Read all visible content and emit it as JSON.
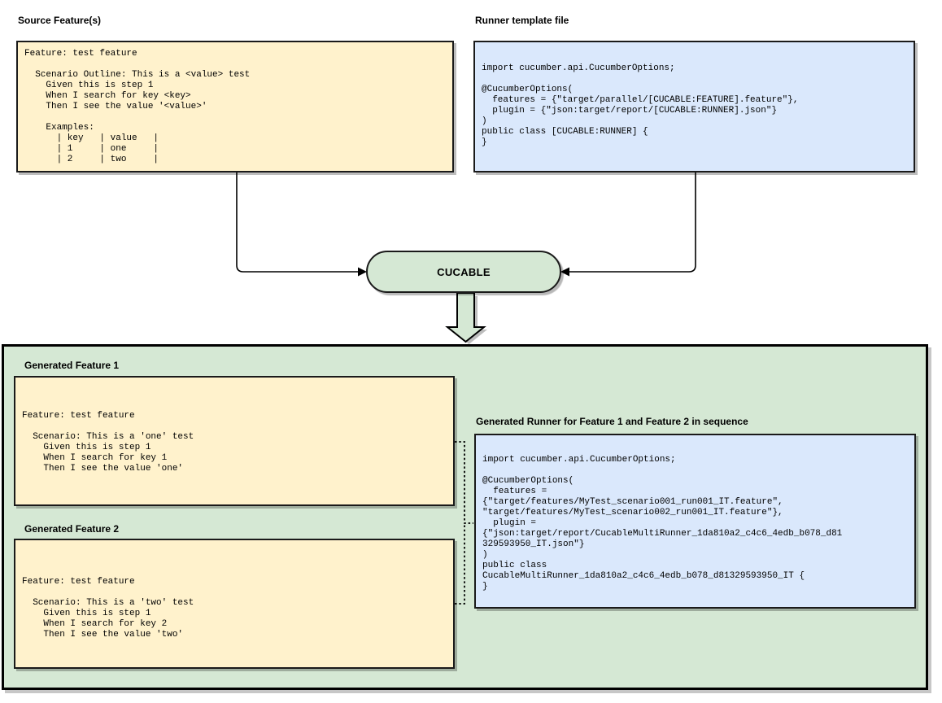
{
  "colors": {
    "feature_box_fill": "#FFF2CC",
    "runner_box_fill": "#DAE8FC",
    "green_fill": "#D5E8D4",
    "border": "#000000"
  },
  "source_feature": {
    "label": "Source Feature(s)",
    "code": "Feature: test feature\n\n  Scenario Outline: This is a <value> test\n    Given this is step 1\n    When I search for key <key>\n    Then I see the value '<value>'\n\n    Examples:\n      | key   | value   |\n      | 1     | one     |\n      | 2     | two     |"
  },
  "runner_template": {
    "label": "Runner template file",
    "code": "import cucumber.api.CucumberOptions;\n\n@CucumberOptions(\n  features = {\"target/parallel/[CUCABLE:FEATURE].feature\"},\n  plugin = {\"json:target/report/[CUCABLE:RUNNER].json\"}\n)\npublic class [CUCABLE:RUNNER] {\n}"
  },
  "cucable_node": {
    "label": "CUCABLE"
  },
  "generated": {
    "feature1": {
      "label": "Generated Feature 1",
      "code": "Feature: test feature\n\n  Scenario: This is a 'one' test\n    Given this is step 1\n    When I search for key 1\n    Then I see the value 'one'"
    },
    "feature2": {
      "label": "Generated Feature 2",
      "code": "Feature: test feature\n\n  Scenario: This is a 'two' test\n    Given this is step 1\n    When I search for key 2\n    Then I see the value 'two'"
    },
    "runner": {
      "label": "Generated Runner for Feature 1 and Feature 2 in sequence",
      "code": "import cucumber.api.CucumberOptions;\n\n@CucumberOptions(\n  features =\n{\"target/features/MyTest_scenario001_run001_IT.feature\",\n\"target/features/MyTest_scenario002_run001_IT.feature\"},\n  plugin =\n{\"json:target/report/CucableMultiRunner_1da810a2_c4c6_4edb_b078_d81\n329593950_IT.json\"}\n)\npublic class\nCucableMultiRunner_1da810a2_c4c6_4edb_b078_d81329593950_IT {\n}"
    }
  }
}
